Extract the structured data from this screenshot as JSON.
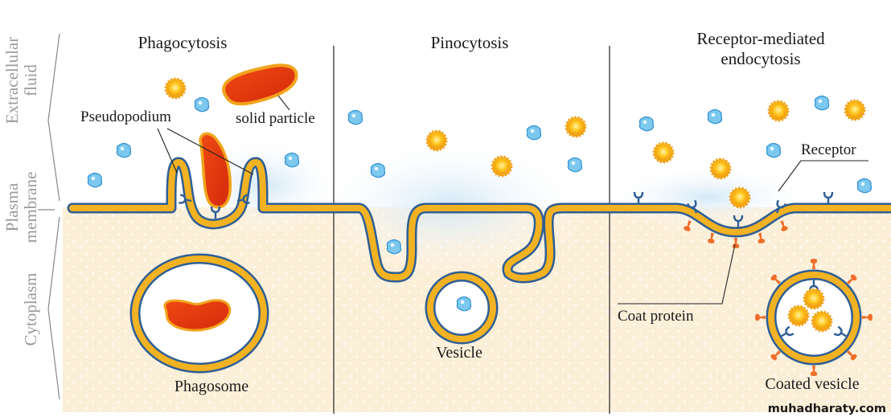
{
  "side_labels": {
    "extracellular": "Extracellular fluid",
    "extracellular_line1": "Extracellular",
    "extracellular_line2": "fluid",
    "plasma": "Plasma membrane",
    "plasma_line1": "Plasma",
    "plasma_line2": "membrane",
    "cytoplasm": "Cytoplasm"
  },
  "panels": [
    {
      "title": "Phagocytosis",
      "labels": {
        "pseudopodium": "Pseudopodium",
        "solid_particle": "solid particle",
        "phagosome": "Phagosome"
      }
    },
    {
      "title": "Pinocytosis",
      "labels": {
        "vesicle": "Vesicle"
      }
    },
    {
      "title": "Receptor-mediated endocytosis",
      "title_line1": "Receptor-mediated",
      "title_line2": "endocytosis",
      "labels": {
        "receptor": "Receptor",
        "coat_protein": "Coat protein",
        "coated_vesicle": "Coated vesicle"
      }
    }
  ],
  "watermark": "muhadharaty.com",
  "colors": {
    "membrane_fill": "#f2b221",
    "membrane_edge": "#2f5e95",
    "cytoplasm": "#fcefd8",
    "particle": "#e5370f",
    "ligand": "#f5a31a",
    "solute": "#7cc8ef",
    "coat": "#f06e2a"
  }
}
